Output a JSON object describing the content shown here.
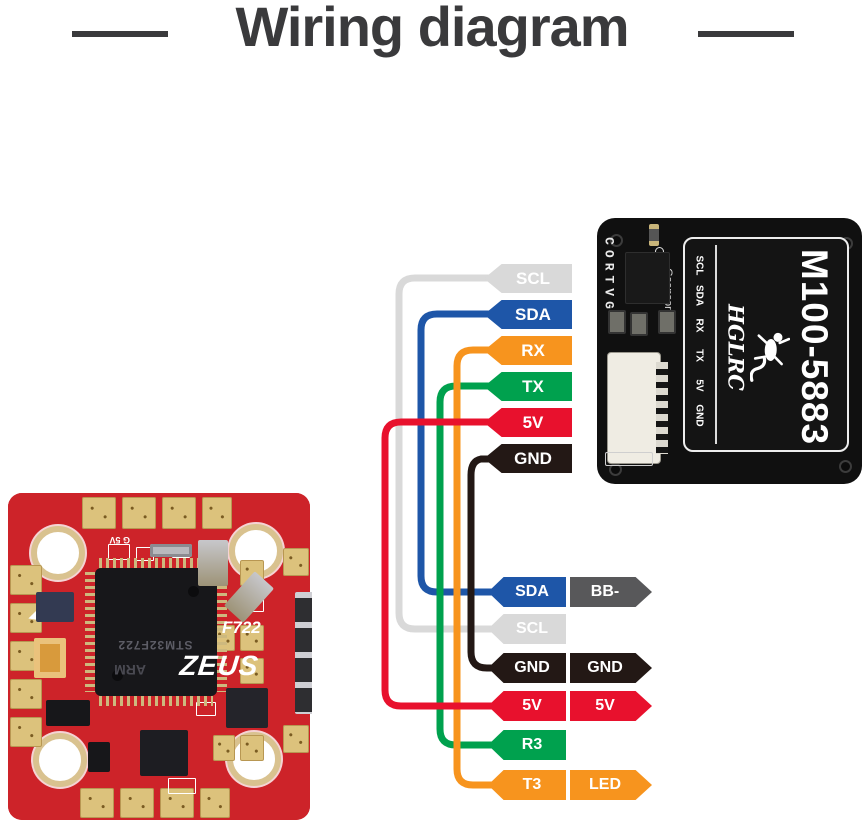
{
  "title": "Wiring diagram",
  "colors": {
    "title_text": "#3a3a3c",
    "scl": "#d9d9d9",
    "sda": "#1e56a8",
    "rx": "#f7941e",
    "tx": "#00a14e",
    "v5": "#e8112d",
    "gnd": "#231815",
    "bb_minus": "#58585a",
    "fc_board": "#cd2329",
    "gps_board": "#101010"
  },
  "wires": [
    {
      "name": "SCL",
      "color": "#d9d9d9"
    },
    {
      "name": "SDA",
      "color": "#1e56a8"
    },
    {
      "name": "TX-to-R3",
      "color": "#00a14e"
    },
    {
      "name": "RX-to-T3",
      "color": "#f7941e"
    },
    {
      "name": "GND",
      "color": "#231815"
    },
    {
      "name": "5V",
      "color": "#e8112d"
    }
  ],
  "gps_side_tags": [
    {
      "label": "SCL",
      "color": "#d9d9d9"
    },
    {
      "label": "SDA",
      "color": "#1e56a8"
    },
    {
      "label": "RX",
      "color": "#f7941e"
    },
    {
      "label": "TX",
      "color": "#00a14e"
    },
    {
      "label": "5V",
      "color": "#e8112d"
    },
    {
      "label": "GND",
      "color": "#231815"
    }
  ],
  "fc_side_rows": [
    {
      "fc": "SDA",
      "fc_color": "#1e56a8",
      "aux": "BB-",
      "aux_color": "#58585a"
    },
    {
      "fc": "SCL",
      "fc_color": "#d9d9d9"
    },
    {
      "fc": "GND",
      "fc_color": "#231815",
      "aux": "GND",
      "aux_color": "#231815"
    },
    {
      "fc": "5V",
      "fc_color": "#e8112d",
      "aux": "5V",
      "aux_color": "#e8112d"
    },
    {
      "fc": "R3",
      "fc_color": "#00a14e"
    },
    {
      "fc": "T3",
      "fc_color": "#f7941e",
      "aux": "LED",
      "aux_color": "#f7941e"
    }
  ],
  "gps_module": {
    "model": "M100-5883",
    "brand": "HGLRC",
    "side_text": "CORTVG",
    "sensor_label": "Gsensor",
    "pins": [
      "SCL",
      "SDA",
      "RX",
      "TX",
      "5V",
      "GND"
    ]
  },
  "fc_board": {
    "model": "F722",
    "brand": "ZEUS",
    "mcu_text": "STM32F722",
    "mcu_sub": "ARM",
    "silk_text": "G 5V"
  }
}
